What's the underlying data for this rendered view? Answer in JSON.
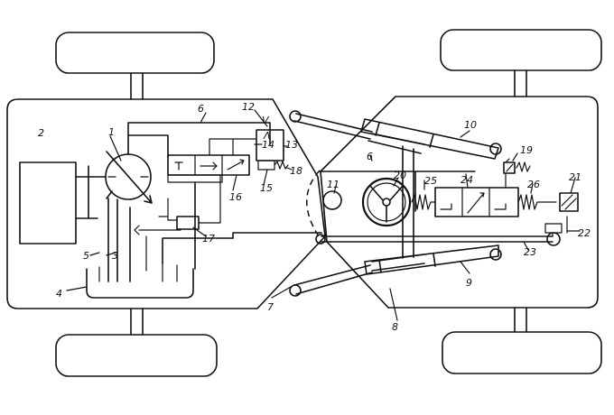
{
  "diagram": {
    "labels": {
      "n1": "1",
      "n2": "2",
      "n3": "3",
      "n4": "4",
      "n5": "5",
      "n6a": "6",
      "n6b": "6",
      "n7": "7",
      "n8": "8",
      "n9": "9",
      "n10": "10",
      "n11": "11",
      "n12": "12",
      "n13": "13",
      "n14": "14",
      "n15": "15",
      "n16": "16",
      "n17": "17",
      "n18": "18",
      "n19": "19",
      "n20": "20",
      "n21": "21",
      "n22": "22",
      "n23": "23",
      "n24": "24",
      "n25": "25",
      "n26": "26"
    },
    "symbols": {
      "valve_arrow": "V",
      "valve_caret": "Λ"
    }
  }
}
